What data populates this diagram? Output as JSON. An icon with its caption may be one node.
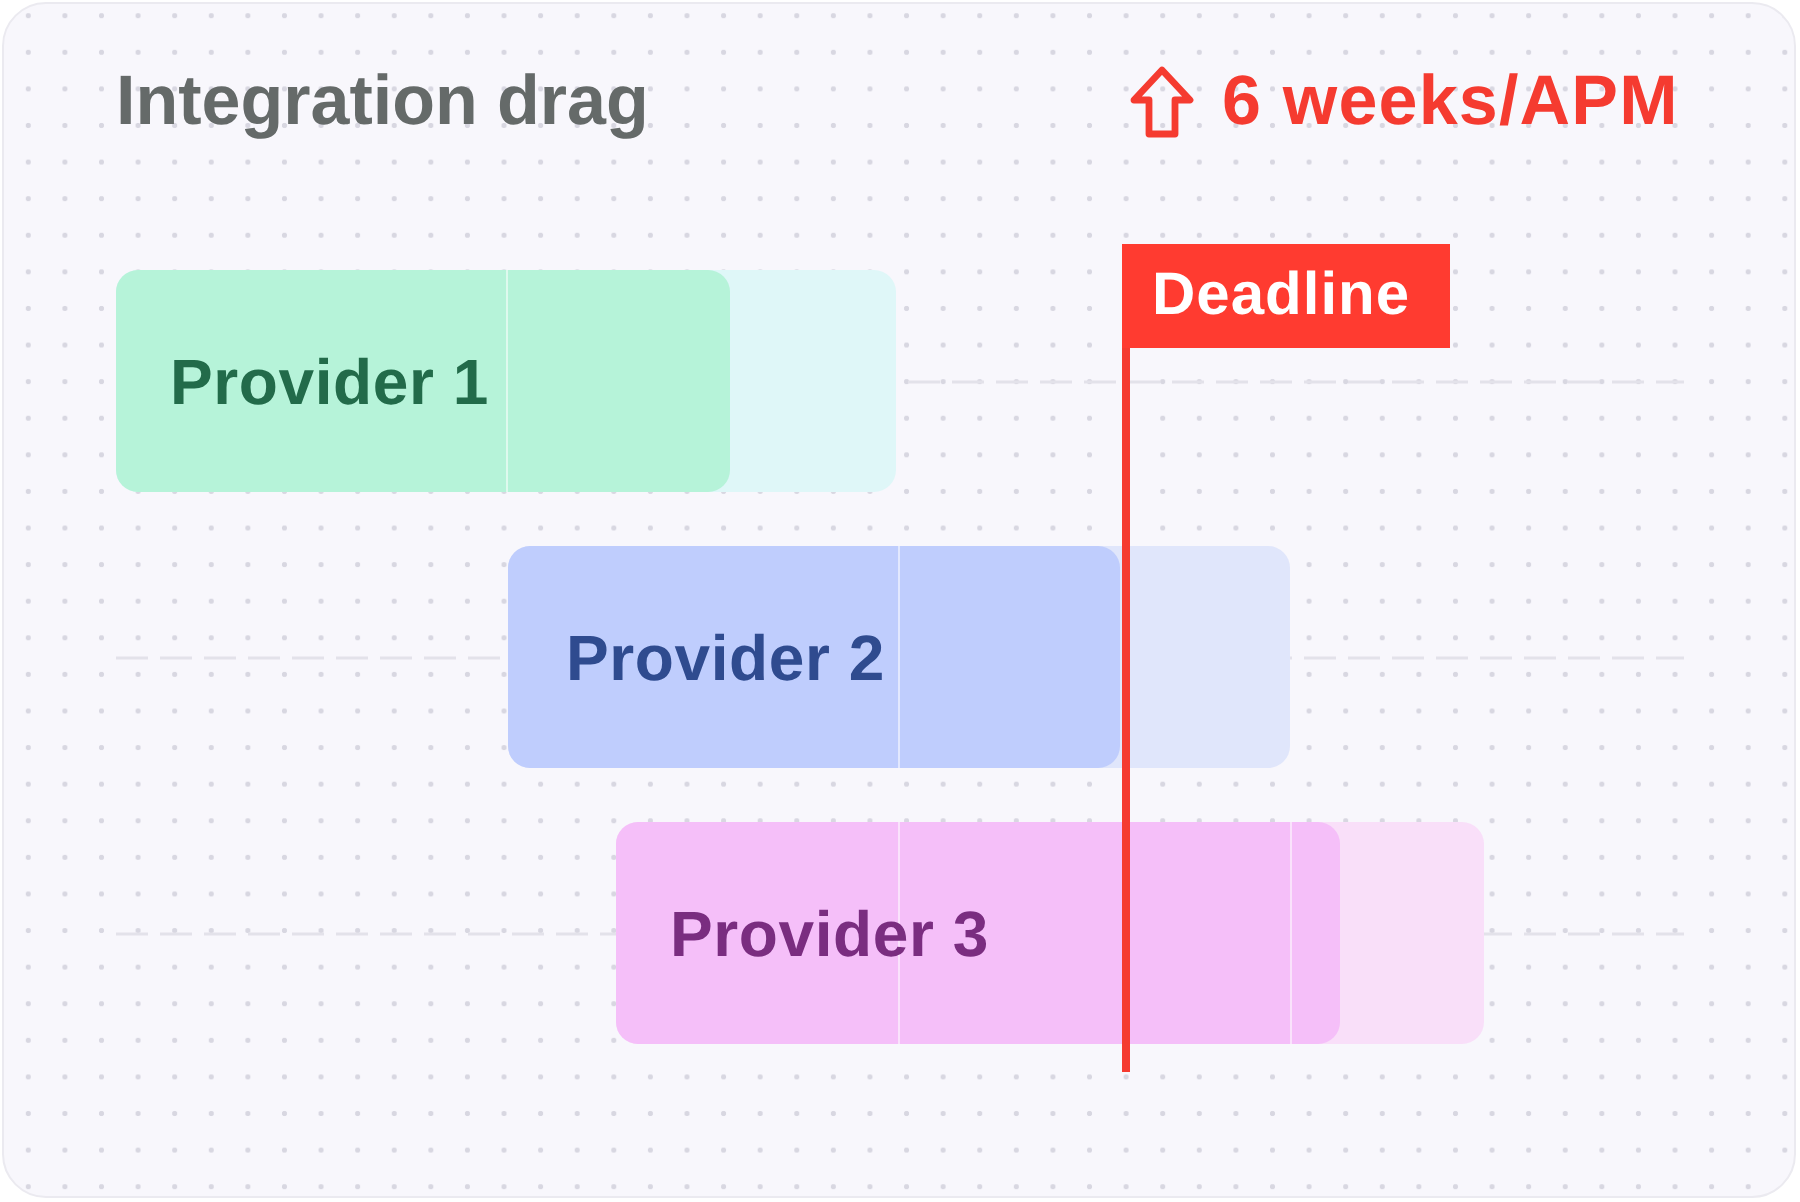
{
  "diagram": {
    "title": "Integration drag",
    "nodes": [
      {
        "text": [
          "Provider 1"
        ]
      },
      {
        "text": [
          "Deadline"
        ]
      },
      {
        "text": [
          "Provider 2"
        ]
      },
      {
        "text": [
          "Provider 3"
        ]
      }
    ],
    "labels": [
      "6 weeks/APM"
    ]
  }
}
